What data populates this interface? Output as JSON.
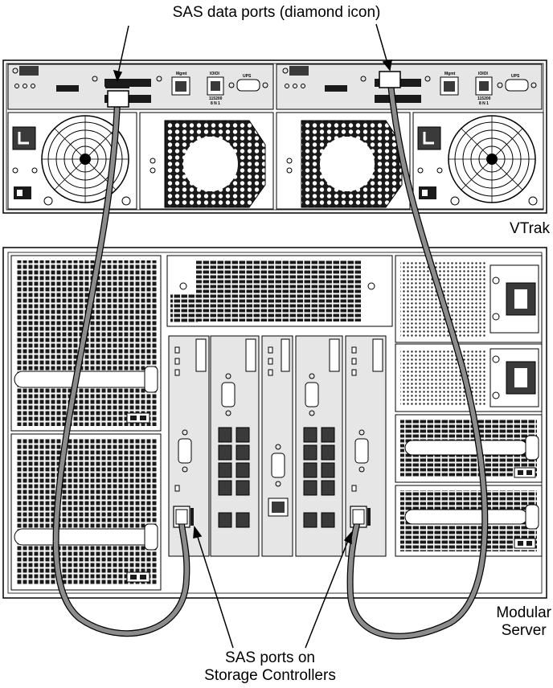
{
  "labels": {
    "title": "SAS data ports (diamond icon)",
    "vtrak": "VTrak",
    "server_line1": "Modular",
    "server_line2": "Server",
    "controllers_line1": "SAS ports on",
    "controllers_line2": "Storage Controllers"
  },
  "panel_text": {
    "mgmt": "Mgmt",
    "ups": "UPS",
    "ioio": "IOIOI",
    "baud1": "115200",
    "baud2": "8 N 1"
  },
  "colors": {
    "chassis": "#ffffff",
    "panel": "#e6e6e6",
    "dark": "#3a3a3a",
    "cable": "#8c8c8c",
    "vent": "#1a1a1a"
  }
}
